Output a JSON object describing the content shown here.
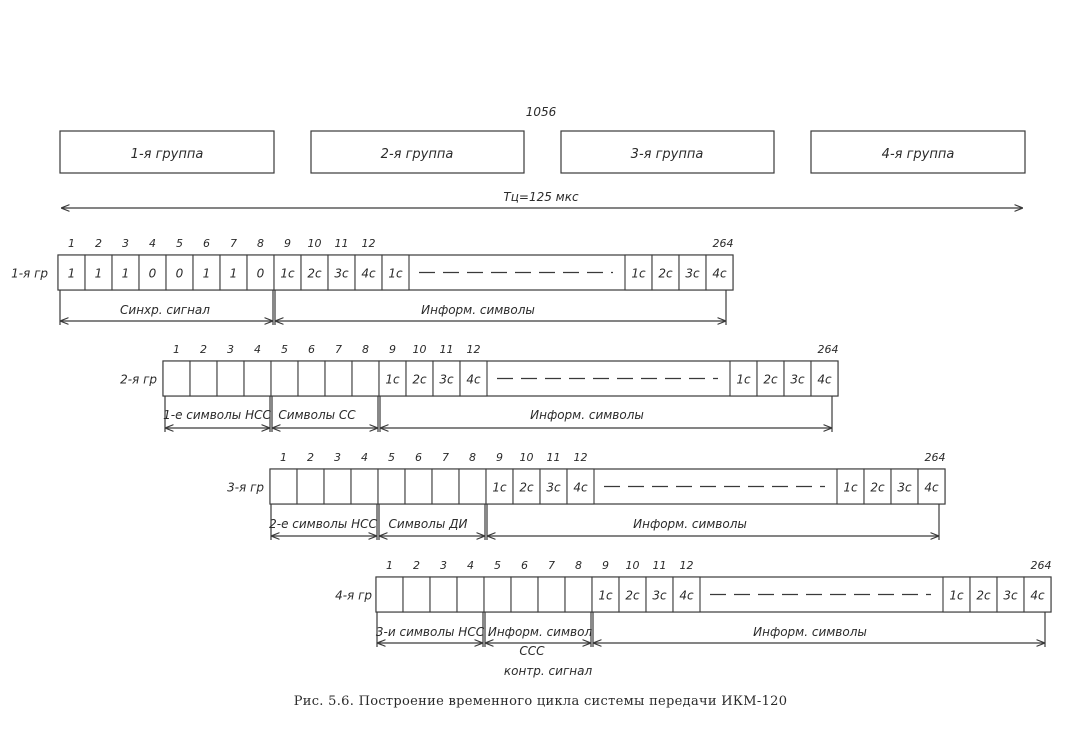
{
  "top": {
    "total_bits": "1056",
    "groups": [
      "1-я группа",
      "2-я группа",
      "3-я группа",
      "4-я группа"
    ],
    "period_label": "Tц=125 мкс"
  },
  "rows": [
    {
      "label": "1-я гр",
      "slot_numbers": [
        "1",
        "2",
        "3",
        "4",
        "5",
        "6",
        "7",
        "8",
        "9",
        "10",
        "11",
        "12"
      ],
      "last_number": "264",
      "first_values": [
        "1",
        "1",
        "1",
        "0",
        "0",
        "1",
        "1",
        "0"
      ],
      "info_head": [
        "1c",
        "2c",
        "3c",
        "4c",
        "1c"
      ],
      "info_tail": [
        "1c",
        "2c",
        "3c",
        "4c"
      ],
      "segments": [
        "Синхр. сигнал",
        "Информ. символы"
      ]
    },
    {
      "label": "2-я гр",
      "slot_numbers": [
        "1",
        "2",
        "3",
        "4",
        "5",
        "6",
        "7",
        "8",
        "9",
        "10",
        "11",
        "12"
      ],
      "last_number": "264",
      "first_values": [
        "",
        "",
        "",
        "",
        "",
        "",
        "",
        ""
      ],
      "info_head": [
        "1c",
        "2c",
        "3c",
        "4c"
      ],
      "info_tail": [
        "1c",
        "2c",
        "3c",
        "4c"
      ],
      "segments": [
        "1-е символы НСС",
        "Символы СС",
        "Информ. символы"
      ]
    },
    {
      "label": "3-я гр",
      "slot_numbers": [
        "1",
        "2",
        "3",
        "4",
        "5",
        "6",
        "7",
        "8",
        "9",
        "10",
        "11",
        "12"
      ],
      "last_number": "264",
      "first_values": [
        "",
        "",
        "",
        "",
        "",
        "",
        "",
        ""
      ],
      "info_head": [
        "1c",
        "2c",
        "3c",
        "4c"
      ],
      "info_tail": [
        "1c",
        "2c",
        "3c",
        "4c"
      ],
      "segments": [
        "2-е символы НСС",
        "Символы ДИ",
        "Информ. символы"
      ]
    },
    {
      "label": "4-я гр",
      "slot_numbers": [
        "1",
        "2",
        "3",
        "4",
        "5",
        "6",
        "7",
        "8",
        "9",
        "10",
        "11",
        "12"
      ],
      "last_number": "264",
      "first_values": [
        "",
        "",
        "",
        "",
        "",
        "",
        "",
        ""
      ],
      "info_head": [
        "1c",
        "2c",
        "3c",
        "4c"
      ],
      "info_tail": [
        "1c",
        "2c",
        "3c",
        "4c"
      ],
      "segments": [
        "3-и символы НСС",
        "Информ. символ",
        "Информ. символы"
      ],
      "extra_labels": [
        "ССС",
        "контр. сигнал"
      ]
    }
  ],
  "caption": "Рис. 5.6. Построение временного цикла системы передачи ИКМ-120"
}
